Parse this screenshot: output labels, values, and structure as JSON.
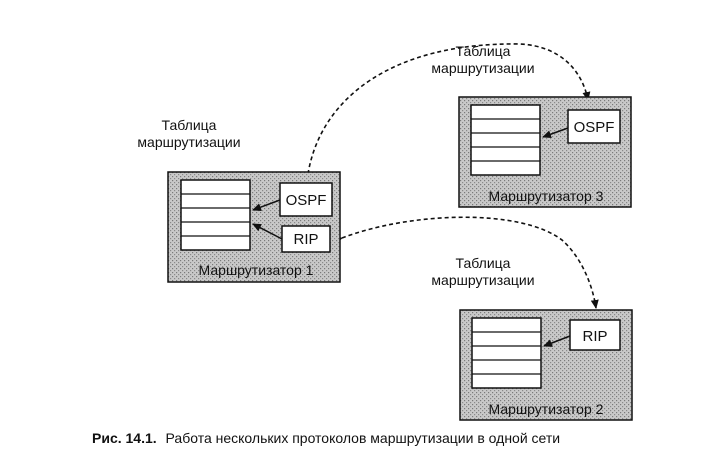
{
  "routing_table_label": [
    "Таблица",
    "маршрутизации"
  ],
  "routers": [
    {
      "name": "Маршрутизатор 1",
      "protocols": [
        "OSPF",
        "RIP"
      ]
    },
    {
      "name": "Маршрутизатор 3",
      "protocols": [
        "OSPF"
      ]
    },
    {
      "name": "Маршрутизатор 2",
      "protocols": [
        "RIP"
      ]
    }
  ],
  "caption": {
    "prefix": "Рис. 14.1.",
    "text": "Работа нескольких протоколов маршрутизации в одной сети"
  }
}
